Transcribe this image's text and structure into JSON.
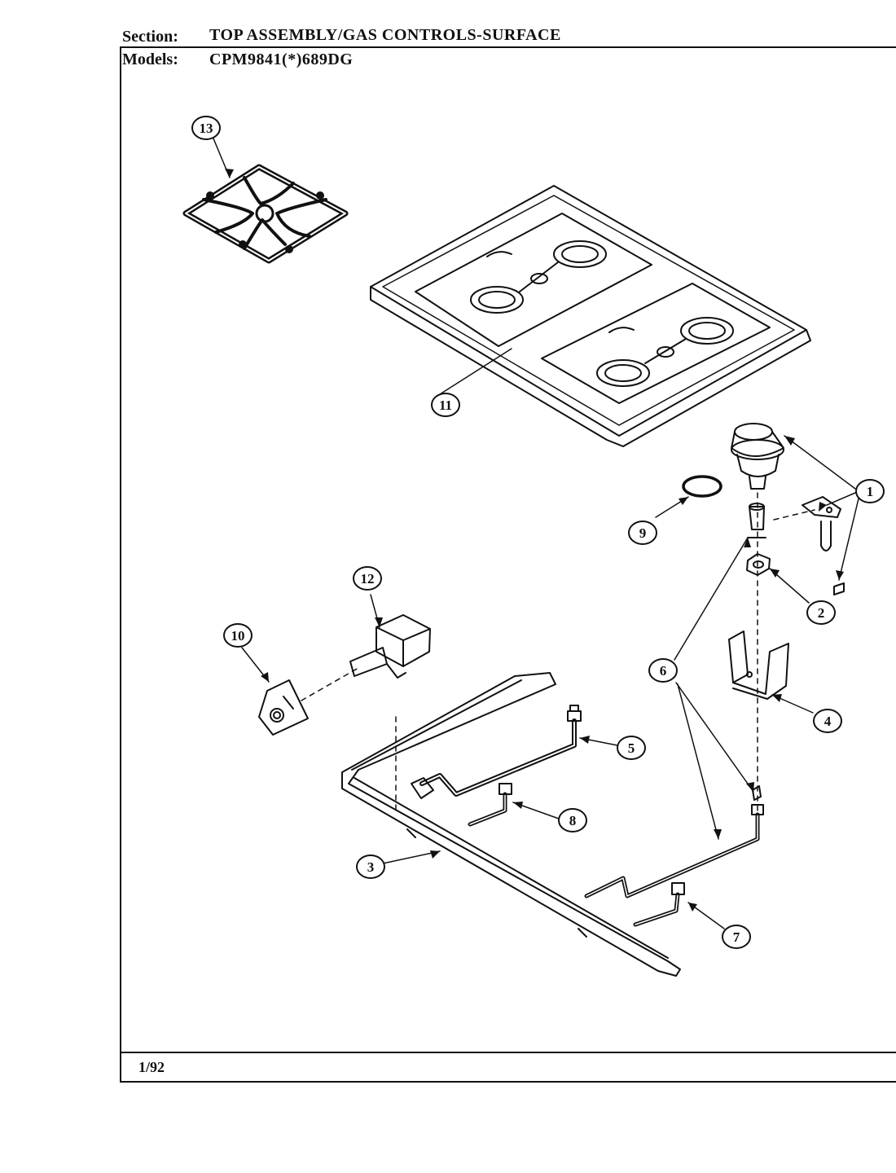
{
  "header": {
    "section_label": "Section:",
    "section_value": "TOP ASSEMBLY/GAS CONTROLS-SURFACE",
    "models_label": "Models:",
    "models_value": "CPM9841(*)689DG"
  },
  "footer": {
    "date": "1/92"
  },
  "callouts": {
    "c1": "1",
    "c2": "2",
    "c3": "3",
    "c4": "4",
    "c5": "5",
    "c6": "6",
    "c7": "7",
    "c8": "8",
    "c9": "9",
    "c10": "10",
    "c11": "11",
    "c12": "12",
    "c13": "13"
  }
}
